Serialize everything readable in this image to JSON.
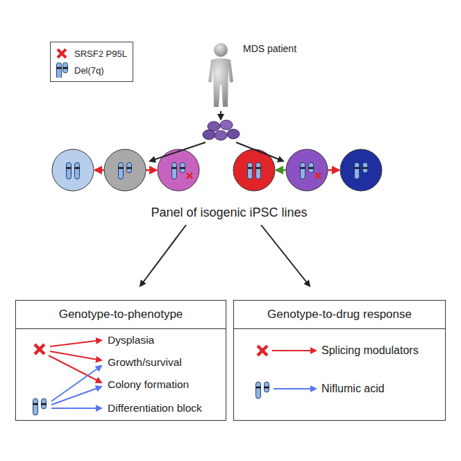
{
  "diagram": {
    "nodes": [
      {
        "text": [
          "Genotype-to-phenotype"
        ]
      },
      {
        "text": [
          "Genotype-to-drug response"
        ]
      }
    ],
    "labels": [
      "MDS patient",
      "Panel of isogenic iPSC lines",
      "Dysplasia",
      "Growth/survival",
      "Colony formation",
      "Differentiation block",
      "Splicing modulators",
      "Niflumic acid"
    ],
    "legend": [
      {
        "text": "SRSF2 P95L"
      },
      {
        "text": "Del(7q)"
      }
    ]
  }
}
